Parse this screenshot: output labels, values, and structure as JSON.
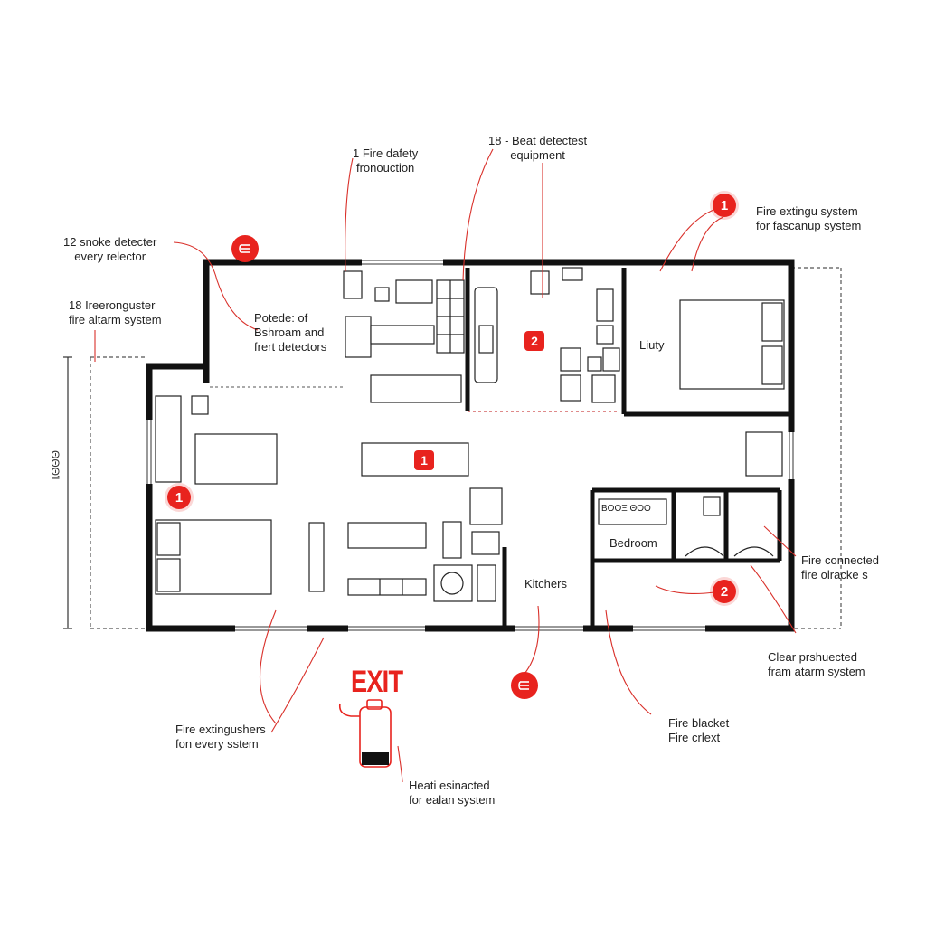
{
  "annotations": {
    "fire_safety": [
      "1 Fire dafety",
      "fronouction"
    ],
    "heat_detect": [
      "18 - Beat detectest",
      "equipment"
    ],
    "smoke_detector": [
      "12 snoke detecter",
      "every relector"
    ],
    "fire_alarm_left": [
      "18 Ireeronguster",
      "fire altarm system"
    ],
    "bathroom_detectors": [
      "Potede: of",
      "Bshroam and",
      "frert detectors"
    ],
    "fire_extingu": [
      "Fire extingu system",
      "for fascanup system"
    ],
    "fire_connected": [
      "Fire connected",
      "fire olracke s"
    ],
    "clear_alarm": [
      "Clear prshuected",
      "fram atarm system"
    ],
    "fire_blacket": [
      "Fire blacket",
      "Fire crlext"
    ],
    "fire_extinguishers": [
      "Fire extingushers",
      "fon every sstem"
    ],
    "heat_alarm": [
      "Heati esinacted",
      "for ealan system"
    ]
  },
  "rooms": {
    "liuty": "Liuty",
    "bedroom": "Bedroom",
    "kitchen": "Kitchers",
    "stove": "ΒΟΟΞ ΘΟΟ"
  },
  "badges": {
    "top_right": "1",
    "living": "1",
    "center": "1",
    "middle_room": "2",
    "lower_right": "2"
  },
  "exit_sign": "EXIT",
  "dimension": "ΘΘΘΊ",
  "colors": {
    "accent": "#e8231e",
    "wall": "#111111"
  },
  "icons": [
    "extinguisher-icon",
    "fire-alarm-icon"
  ]
}
